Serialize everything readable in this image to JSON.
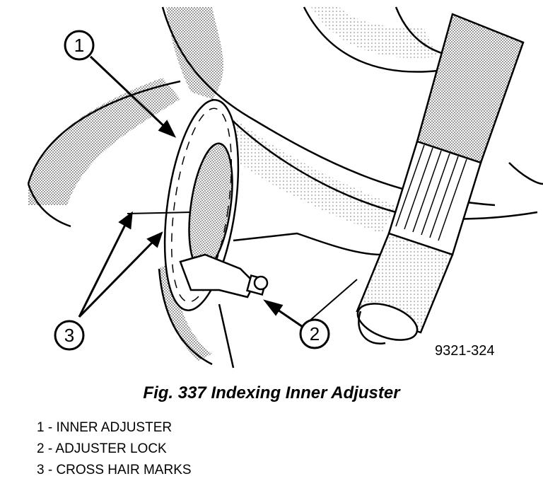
{
  "callouts": [
    {
      "number": "1"
    },
    {
      "number": "2"
    },
    {
      "number": "3"
    }
  ],
  "figure_code": "9321-324",
  "caption": "Fig. 337 Indexing Inner Adjuster",
  "legend": [
    {
      "text": "1 - INNER ADJUSTER"
    },
    {
      "text": "2 - ADJUSTER LOCK"
    },
    {
      "text": "3 - CROSS HAIR MARKS"
    }
  ]
}
